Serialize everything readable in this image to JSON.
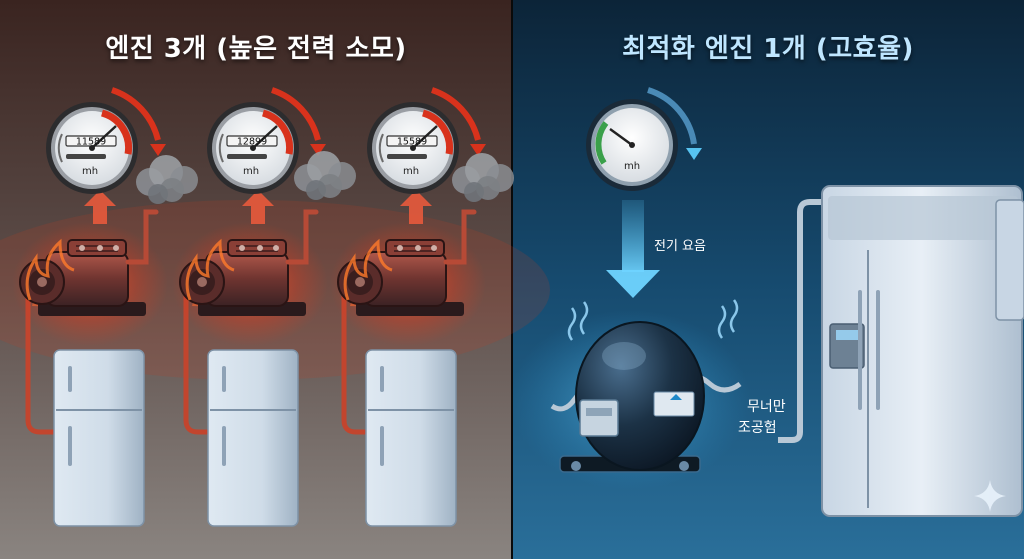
{
  "left_panel": {
    "title": "엔진 3개 (높은 전력 소모)",
    "meters": [
      {
        "reading": "11589",
        "unit": "mh"
      },
      {
        "reading": "12899",
        "unit": "mh"
      },
      {
        "reading": "15589",
        "unit": "mh"
      }
    ]
  },
  "right_panel": {
    "title": "최적화 엔진 1개 (고효율)",
    "meter": {
      "unit": "mh"
    },
    "flow_label": "전기 요음",
    "compressor_label_line1": "무너만",
    "compressor_label_line2": "조공험"
  },
  "colors": {
    "left_bg_top": "#3a2420",
    "left_bg_bottom": "#8a8480",
    "right_bg_top": "#0c2438",
    "right_bg_bottom": "#2a6f9a",
    "heat_red": "#e5432b",
    "cool_blue": "#57c3f0"
  },
  "icons": [
    "gauge-icon",
    "fire-icon",
    "smoke-icon",
    "compressor-icon",
    "fridge-icon",
    "arrow-icon",
    "sparkle-icon"
  ]
}
